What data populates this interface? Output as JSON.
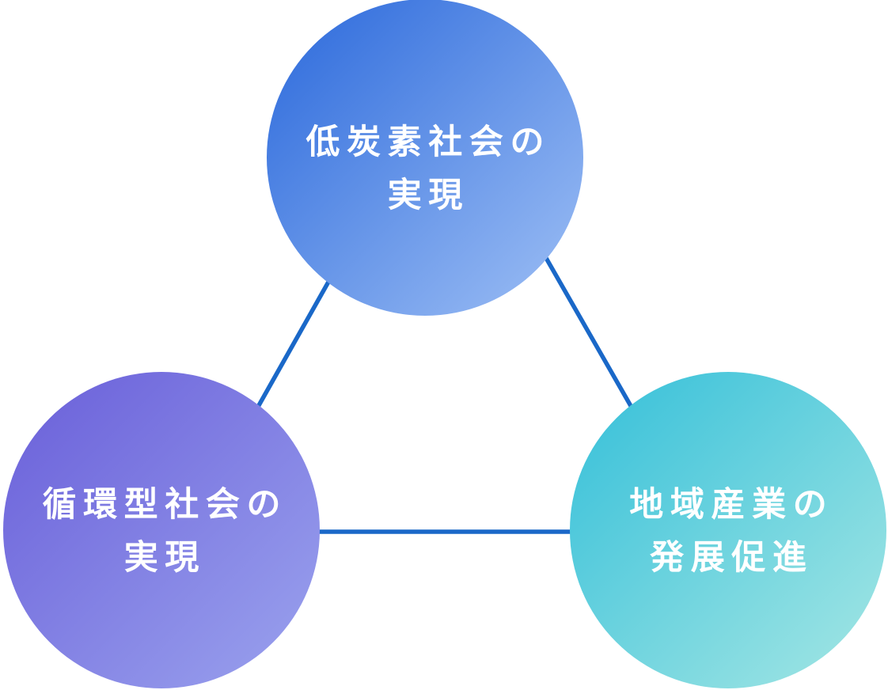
{
  "diagram": {
    "background_color": "#ffffff",
    "line_color": "#1A68C8",
    "nodes": [
      {
        "id": "low-carbon-society",
        "label_line1": "低炭素社会の",
        "label_line2": "実現",
        "full_label": "低炭素社会の実現",
        "gradient_start": "#2A68DB",
        "gradient_end": "#9FC0F5"
      },
      {
        "id": "recycling-society",
        "label_line1": "循環型社会の",
        "label_line2": "実現",
        "full_label": "循環型社会の実現",
        "gradient_start": "#695ED9",
        "gradient_end": "#9BA3EE"
      },
      {
        "id": "regional-industry",
        "label_line1": "地域産業の",
        "label_line2": "発展促進",
        "full_label": "地域産業の発展促進",
        "gradient_start": "#33BFD9",
        "gradient_end": "#A6E7E4"
      }
    ],
    "connections": [
      [
        "low-carbon-society",
        "recycling-society"
      ],
      [
        "low-carbon-society",
        "regional-industry"
      ],
      [
        "recycling-society",
        "regional-industry"
      ]
    ]
  }
}
